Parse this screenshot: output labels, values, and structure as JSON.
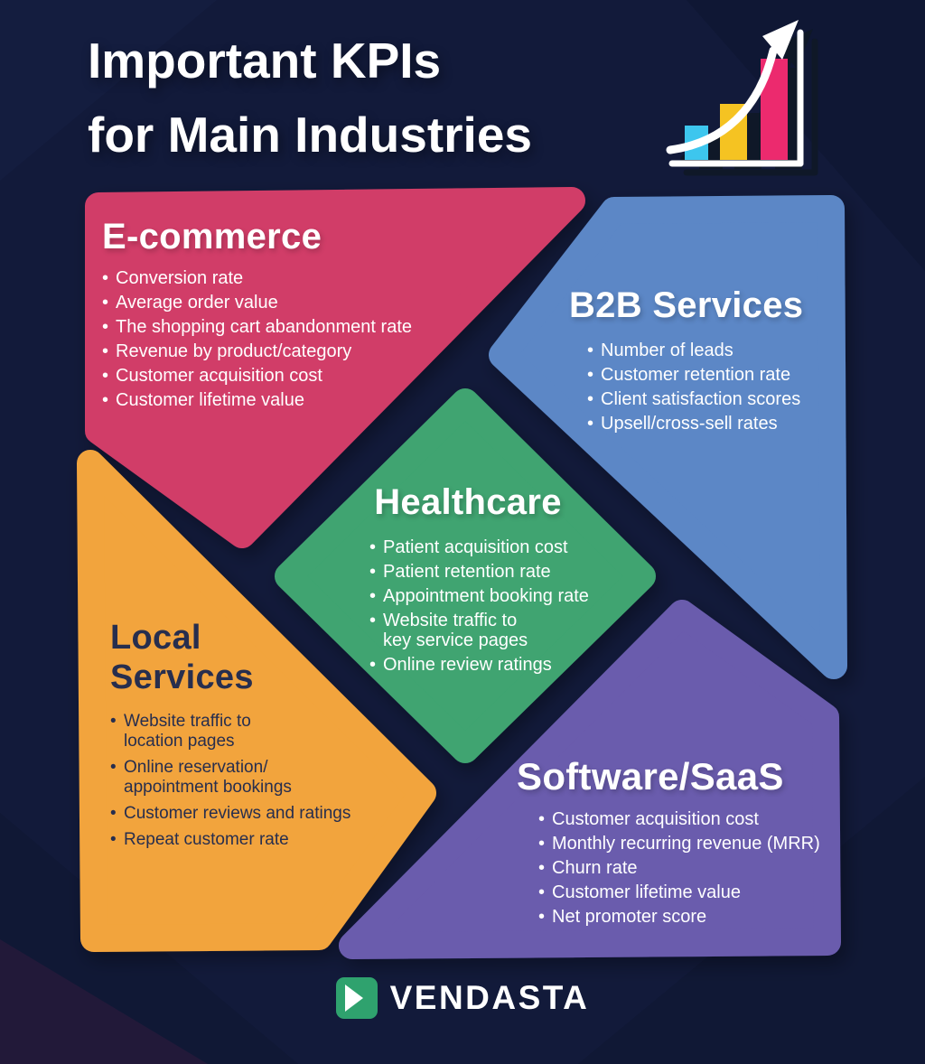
{
  "title": {
    "text": "Important KPIs\nfor Main Industries"
  },
  "sections": {
    "ecommerce": {
      "heading": "E-commerce",
      "items": [
        "Conversion rate",
        "Average order value",
        "The shopping cart abandonment rate",
        "Revenue by product/category",
        "Customer acquisition cost",
        "Customer lifetime value"
      ]
    },
    "b2b_services": {
      "heading": "B2B Services",
      "items": [
        "Number of leads",
        "Customer retention rate",
        "Client satisfaction scores",
        "Upsell/cross-sell rates"
      ]
    },
    "healthcare": {
      "heading": "Healthcare",
      "items": [
        "Patient acquisition cost",
        "Patient retention rate",
        "Appointment booking rate",
        "Website traffic to\nkey service pages",
        "Online review ratings"
      ]
    },
    "local_services": {
      "heading": "Local\nServices",
      "items": [
        "Website traffic to\nlocation pages",
        "Online reservation/\nappointment bookings",
        "Customer reviews and ratings",
        "Repeat customer rate"
      ]
    },
    "software_saas": {
      "heading": "Software/SaaS",
      "items": [
        "Customer acquisition cost",
        "Monthly recurring revenue (MRR)",
        "Churn rate",
        "Customer lifetime value",
        "Net promoter score"
      ]
    }
  },
  "footer": {
    "brand": "VENDASTA"
  },
  "icons": {
    "growth_chart": "growth-chart-icon",
    "logo_mark": "vendasta-logo-icon"
  },
  "colors": {
    "background": "#121a3a",
    "ecommerce": "#d13d68",
    "b2b_services": "#5b87c6",
    "healthcare": "#3fa471",
    "local_services": "#f2a43c",
    "software_saas": "#6a5bad",
    "dark_text": "#272e4e",
    "bar_cyan": "#3ec6ee",
    "bar_yellow": "#f5c324",
    "bar_magenta": "#ec2a6e",
    "brand_green": "#2fa26e"
  }
}
